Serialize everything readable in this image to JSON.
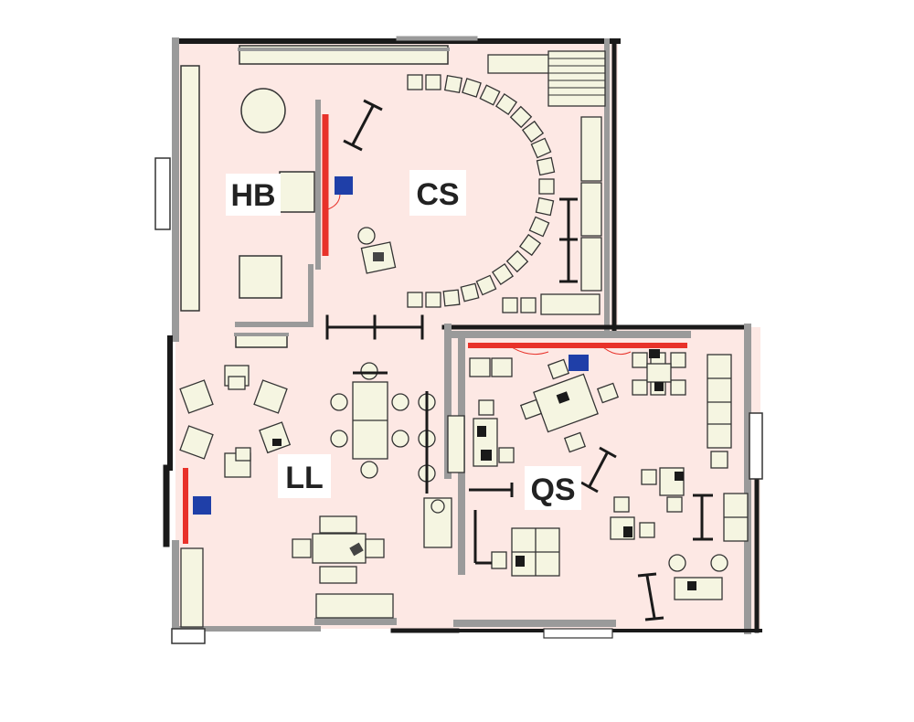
{
  "floor_plan": {
    "labels": {
      "hb": "HB",
      "cs": "CS",
      "ll": "LL",
      "qs": "QS"
    },
    "colors": {
      "floor": "#fde8e4",
      "wall": "#9a9a9a",
      "wall_dark": "#1a1a1a",
      "furniture": "#f5f5e1",
      "furniture_stroke": "#333333",
      "accent_red": "#e8322a",
      "marker_blue": "#1f3fa8"
    }
  }
}
